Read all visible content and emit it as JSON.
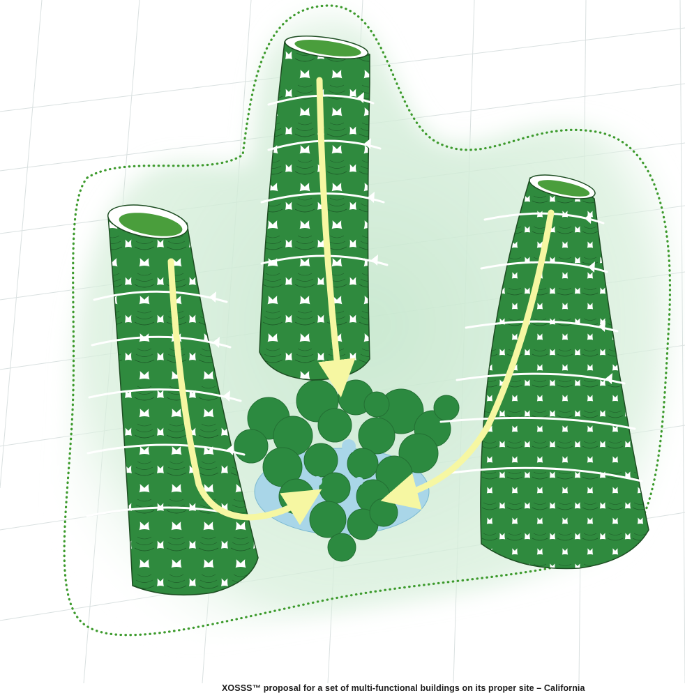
{
  "figure": {
    "caption": "XOSSS™ proposal for a set of multi-functional buildings on its proper site – California"
  },
  "colors": {
    "tower_green": "#2f8a3e",
    "tower_green_dark": "#246e30",
    "cluster_green": "#2c8a40",
    "arrow_yellow": "#f6f7a2",
    "boundary_dots": "#3c9a2c",
    "halo": "#bfe2c6",
    "pool_blue": "#a9d6e8",
    "grid_line": "#d4dcdc"
  },
  "elements": [
    {
      "name": "site-grid",
      "icon": "perspective-grid"
    },
    {
      "name": "site-boundary",
      "icon": "dotted-outline"
    },
    {
      "name": "tower-left",
      "icon": "perforated-tower"
    },
    {
      "name": "tower-center",
      "icon": "perforated-tower"
    },
    {
      "name": "tower-right",
      "icon": "perforated-tower"
    },
    {
      "name": "canopy-cluster",
      "icon": "circle-cluster"
    },
    {
      "name": "flow-arrows",
      "icon": "curved-arrow"
    },
    {
      "name": "rotation-arrows",
      "icon": "circular-arrow"
    }
  ]
}
